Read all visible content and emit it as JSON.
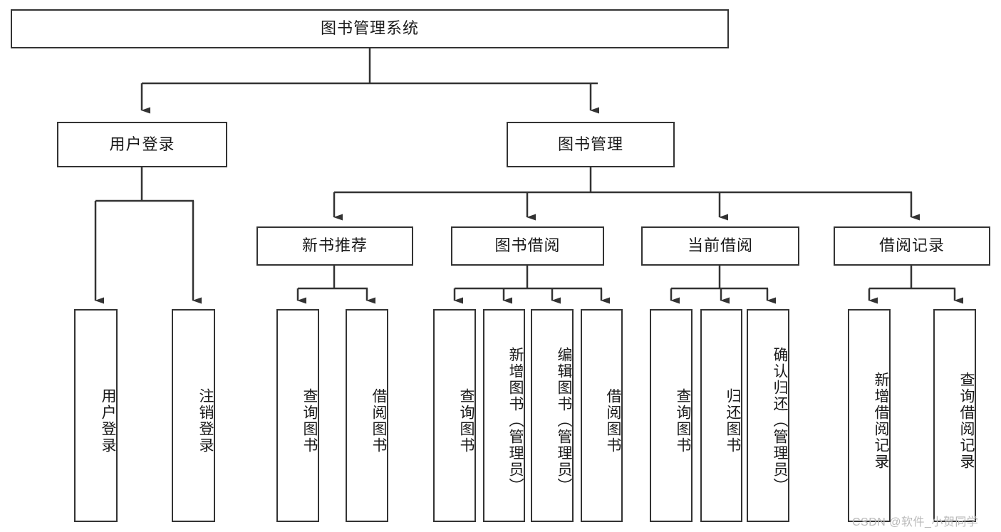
{
  "diagram": {
    "type": "tree-hierarchy",
    "title": "图书管理系统",
    "root": {
      "label": "图书管理系统",
      "children": [
        {
          "label": "用户登录",
          "children": [
            {
              "label": "用户登录"
            },
            {
              "label": "注销登录"
            }
          ]
        },
        {
          "label": "图书管理",
          "children": [
            {
              "label": "新书推荐",
              "children": [
                {
                  "label": "查询图书"
                },
                {
                  "label": "借阅图书"
                }
              ]
            },
            {
              "label": "图书借阅",
              "children": [
                {
                  "label": "查询图书"
                },
                {
                  "label": "新增图书（管理员）"
                },
                {
                  "label": "编辑图书（管理员）"
                },
                {
                  "label": "借阅图书"
                }
              ]
            },
            {
              "label": "当前借阅",
              "children": [
                {
                  "label": "查询图书"
                },
                {
                  "label": "归还图书"
                },
                {
                  "label": "确认归还（管理员）"
                }
              ]
            },
            {
              "label": "借阅记录",
              "children": [
                {
                  "label": "新增借阅记录"
                },
                {
                  "label": "查询借阅记录"
                }
              ]
            }
          ]
        }
      ]
    }
  },
  "nodes": {
    "root": "图书管理系统",
    "l1_user_login": "用户登录",
    "l1_book_manage": "图书管理",
    "l2_new_book": "新书推荐",
    "l2_borrow": "图书借阅",
    "l2_current": "当前借阅",
    "l2_record": "借阅记录",
    "leaf_user_login": "用户登录",
    "leaf_logout": "注销登录",
    "leaf_nb_query": "查询图书",
    "leaf_nb_borrow": "借阅图书",
    "leaf_tb_query": "查询图书",
    "leaf_tb_add": "新增图书（管理员）",
    "leaf_tb_edit": "编辑图书（管理员）",
    "leaf_tb_borrow": "借阅图书",
    "leaf_cur_query": "查询图书",
    "leaf_cur_return": "归还图书",
    "leaf_cur_confirm": "确认归还（管理员）",
    "leaf_rec_add": "新增借阅记录",
    "leaf_rec_query": "查询借阅记录"
  },
  "watermark": {
    "text": "CSDN @软件_小贺同学"
  },
  "colors": {
    "stroke": "#333333",
    "fill": "#ffffff",
    "text": "#1a1a1a",
    "watermark": "#b9b9b9"
  }
}
